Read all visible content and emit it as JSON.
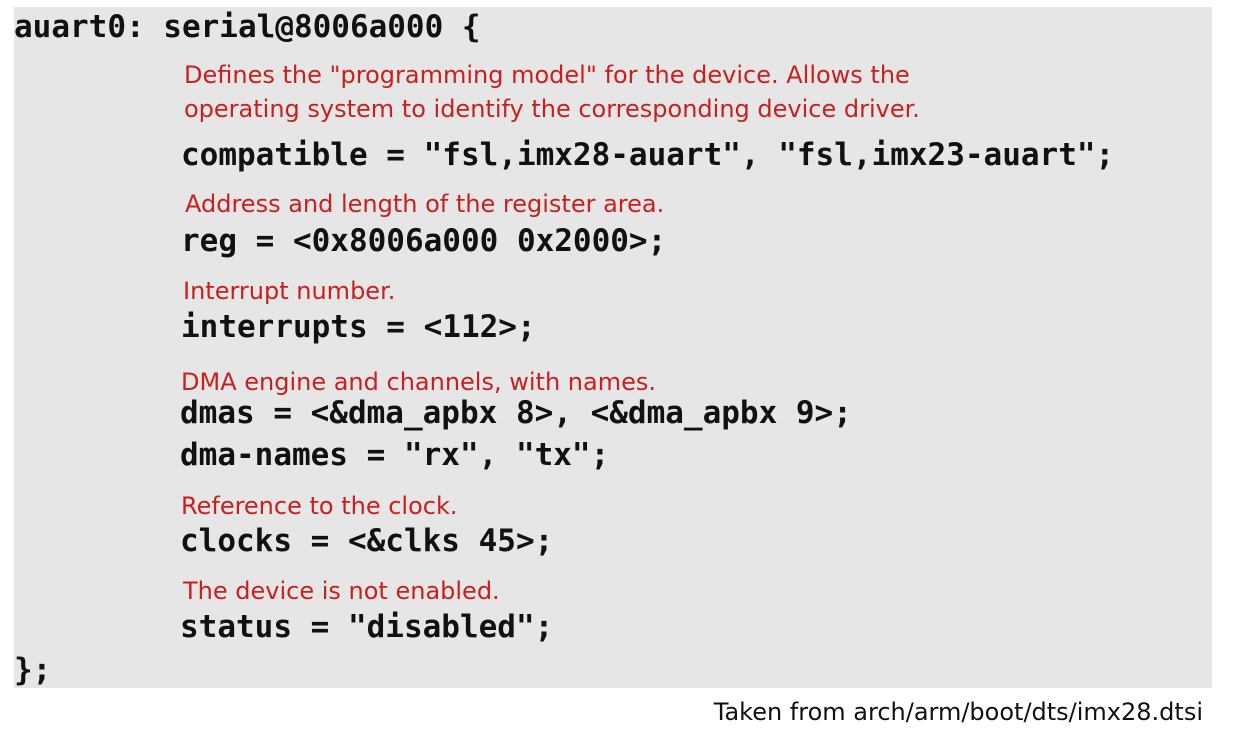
{
  "node": {
    "open_line": "auart0: serial@8006a000 {",
    "close_line": "};"
  },
  "comments": {
    "compatible_1": "Defines the \"programming model\" for the device. Allows the",
    "compatible_2": "operating system to identify the corresponding device driver.",
    "reg": "Address and length of the register area.",
    "interrupts": "Interrupt number.",
    "dmas": "DMA engine and channels, with names.",
    "clocks": "Reference to the clock.",
    "status": "The device is not enabled."
  },
  "properties": {
    "compatible": "compatible = \"fsl,imx28-auart\", \"fsl,imx23-auart\";",
    "reg": "reg = <0x8006a000 0x2000>;",
    "interrupts": "interrupts = <112>;",
    "dmas": "dmas = <&dma_apbx 8>, <&dma_apbx 9>;",
    "dma_names": "dma-names = \"rx\", \"tx\";",
    "clocks": "clocks = <&clks 45>;",
    "status": "status = \"disabled\";"
  },
  "caption": "Taken from arch/arm/boot/dts/imx28.dtsi",
  "colors": {
    "panel_background": "#e6e6e6",
    "comment_text": "#c8201e",
    "code_text": "#111111"
  }
}
